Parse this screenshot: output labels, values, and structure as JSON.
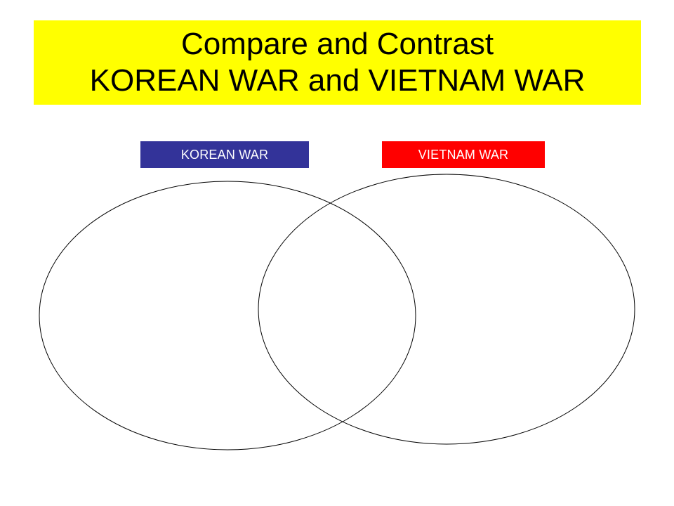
{
  "title": {
    "line1": "Compare and Contrast",
    "line2": "KOREAN WAR and VIETNAM WAR"
  },
  "sets": [
    {
      "label": "KOREAN WAR"
    },
    {
      "label": "VIETNAM WAR"
    }
  ],
  "colors": {
    "title_background": "#FFFF00",
    "korean_label_background": "#333399",
    "vietnam_label_background": "#FF0000",
    "circle_stroke": "#000000",
    "label_text": "#FFFFFF"
  }
}
